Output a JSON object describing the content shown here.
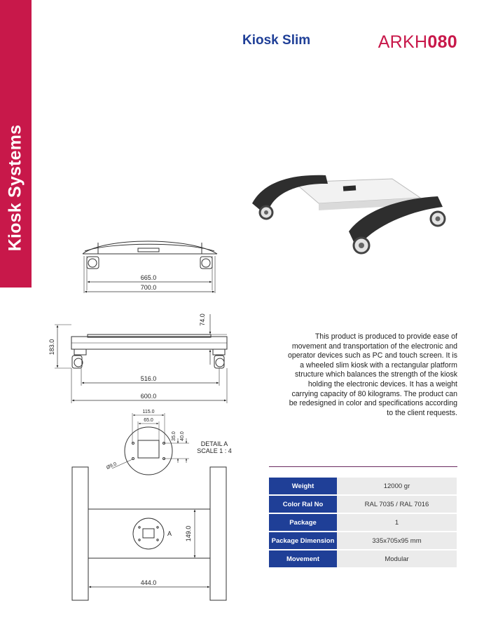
{
  "sidebar": {
    "category": "Kiosk Systems"
  },
  "header": {
    "product_name": "Kiosk Slim",
    "code_prefix": "ARKH",
    "code_number": "080"
  },
  "colors": {
    "brand_red": "#c8184a",
    "brand_blue": "#1f3f97"
  },
  "dimensions": {
    "front_inner": "665.0",
    "front_outer": "700.0",
    "side_height": "183.0",
    "side_top": "74.0",
    "side_inner": "516.0",
    "side_outer": "600.0",
    "detail_outer": "115.0",
    "detail_inner": "65.0",
    "detail_v1": "35.0",
    "detail_v2": "40.0",
    "detail_hole": "Ø9.0",
    "detail_title": "DETAIL A",
    "detail_scale": "SCALE 1 : 4",
    "top_height": "149.0",
    "top_width": "444.0",
    "detail_marker": "A"
  },
  "description": "This product is produced to provide ease of movement and transportation of the electronic and operator devices such as PC and touch screen. It is a wheeled slim kiosk with a rectangular platform structure which balances the strength of the kiosk holding the electronic devices. It has a weight carrying capacity of 80 kilograms. The product can be redesigned in color and specifications according to the client requests.",
  "specs": [
    {
      "label": "Weight",
      "value": "12000 gr"
    },
    {
      "label": "Color Ral No",
      "value": "RAL 7035 / RAL 7016"
    },
    {
      "label": "Package",
      "value": "1"
    },
    {
      "label": "Package Dimension",
      "value": "335x705x95 mm"
    },
    {
      "label": "Movement",
      "value": "Modular"
    }
  ]
}
